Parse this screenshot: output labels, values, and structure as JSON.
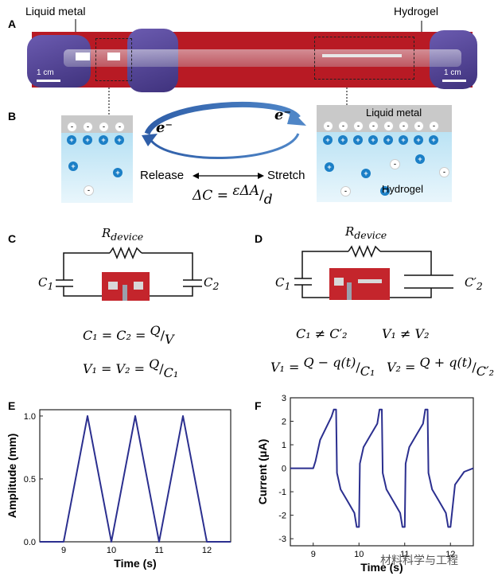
{
  "panels": {
    "a": "A",
    "b": "B",
    "c": "C",
    "d": "D",
    "e": "E",
    "f": "F"
  },
  "panel_a": {
    "liquid_metal_label": "Liquid metal",
    "hydrogel_label": "Hydrogel",
    "scale_left": "1 cm",
    "scale_right": "1 cm",
    "background_color": "#b81a24"
  },
  "panel_b": {
    "electron_left": "e⁻",
    "electron_right": "e⁻",
    "release": "Release",
    "stretch": "Stretch",
    "liquid_metal_label": "Liquid metal",
    "hydrogel_label": "Hydrogel",
    "capacitance_eq_left": "ΔC = ",
    "capacitance_eq_num": "εΔA",
    "capacitance_eq_den": "d"
  },
  "panel_c": {
    "resistor": "R",
    "resistor_sub": "device",
    "c1": "C",
    "c1_sub": "1",
    "c2": "C",
    "c2_sub": "2",
    "eq1_lhs": "C₁ = C₂ = ",
    "eq1_num": "Q",
    "eq1_den": "V",
    "eq2_lhs": "V₁ = V₂ = ",
    "eq2_num": "Q",
    "eq2_den": "C₁"
  },
  "panel_d": {
    "resistor": "R",
    "resistor_sub": "device",
    "c1": "C",
    "c1_sub": "1",
    "c2": "C′",
    "c2_sub": "2",
    "neq1": "C₁ ≠ C′₂",
    "neq2": "V₁ ≠ V₂",
    "eq1_lhs": "V₁ = ",
    "eq1_num": "Q − q(t)",
    "eq1_den": "C₁",
    "eq2_lhs": "V₂ = ",
    "eq2_num": "Q + q(t)",
    "eq2_den": "C′₂"
  },
  "watermark": "材料科学与工程",
  "chart_data": [
    {
      "type": "line",
      "panel": "E",
      "xlabel": "Time (s)",
      "ylabel": "Amplitude (mm)",
      "xlim": [
        8.5,
        12.5
      ],
      "ylim": [
        0.0,
        1.05
      ],
      "xticks": [
        9,
        10,
        11,
        12
      ],
      "xtick_labels": [
        "9",
        "10",
        "11",
        "12"
      ],
      "yticks": [
        0.0,
        0.5,
        1.0
      ],
      "ytick_labels": [
        "0.0",
        "0.5",
        "1.0"
      ],
      "series": [
        {
          "color": "#2b2f8f",
          "x": [
            8.5,
            9.0,
            9.5,
            10.0,
            10.5,
            11.0,
            11.5,
            12.0,
            12.5
          ],
          "y": [
            0.0,
            0.0,
            1.0,
            0.0,
            1.0,
            0.0,
            1.0,
            0.0,
            0.0
          ]
        }
      ]
    },
    {
      "type": "line",
      "panel": "F",
      "xlabel": "Time (s)",
      "ylabel": "Current (μA)",
      "xlim": [
        8.5,
        12.5
      ],
      "ylim": [
        -3.3,
        3.0
      ],
      "xticks": [
        9,
        10,
        11,
        12
      ],
      "xtick_labels": [
        "9",
        "10",
        "11",
        "12"
      ],
      "yticks": [
        -3,
        -2,
        -1,
        0,
        1,
        2,
        3
      ],
      "ytick_labels": [
        "-3",
        "-2",
        "-1",
        "0",
        "1",
        "2",
        "3"
      ],
      "series": [
        {
          "color": "#2b2f8f",
          "x": [
            8.5,
            9.0,
            9.05,
            9.15,
            9.3,
            9.4,
            9.45,
            9.5,
            9.52,
            9.6,
            9.75,
            9.9,
            9.95,
            10.0,
            10.02,
            10.1,
            10.25,
            10.4,
            10.45,
            10.5,
            10.52,
            10.6,
            10.75,
            10.9,
            10.95,
            11.0,
            11.02,
            11.1,
            11.25,
            11.4,
            11.45,
            11.5,
            11.52,
            11.6,
            11.75,
            11.9,
            11.95,
            12.0,
            12.1,
            12.3,
            12.5
          ],
          "y": [
            0.0,
            0.0,
            0.3,
            1.2,
            1.8,
            2.2,
            2.5,
            2.5,
            -0.2,
            -0.9,
            -1.4,
            -1.9,
            -2.5,
            -2.5,
            0.2,
            0.9,
            1.4,
            1.9,
            2.5,
            2.5,
            -0.2,
            -0.9,
            -1.4,
            -1.9,
            -2.5,
            -2.5,
            0.2,
            0.9,
            1.4,
            1.9,
            2.5,
            2.5,
            -0.2,
            -0.9,
            -1.4,
            -1.9,
            -2.5,
            -2.5,
            -0.7,
            -0.15,
            0.0
          ]
        }
      ]
    }
  ]
}
